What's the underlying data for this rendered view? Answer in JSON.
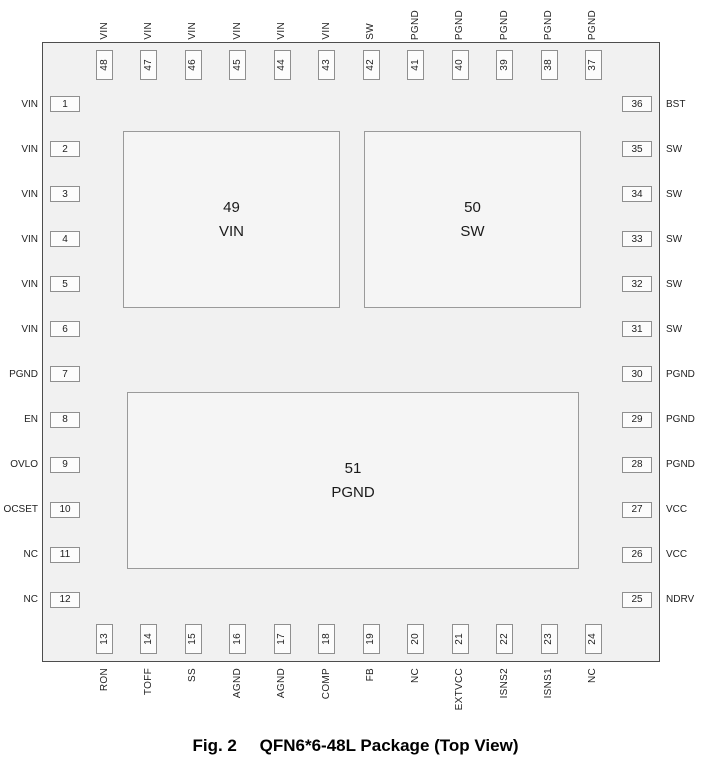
{
  "figure": {
    "caption_label": "Fig. 2",
    "caption_title": "QFN6*6-48L Package (Top View)"
  },
  "package": {
    "pads": [
      {
        "num": "49",
        "name": "VIN"
      },
      {
        "num": "50",
        "name": "SW"
      },
      {
        "num": "51",
        "name": "PGND"
      }
    ],
    "pins": {
      "top": [
        {
          "num": "48",
          "label": "VIN"
        },
        {
          "num": "47",
          "label": "VIN"
        },
        {
          "num": "46",
          "label": "VIN"
        },
        {
          "num": "45",
          "label": "VIN"
        },
        {
          "num": "44",
          "label": "VIN"
        },
        {
          "num": "43",
          "label": "VIN"
        },
        {
          "num": "42",
          "label": "SW"
        },
        {
          "num": "41",
          "label": "PGND"
        },
        {
          "num": "40",
          "label": "PGND"
        },
        {
          "num": "39",
          "label": "PGND"
        },
        {
          "num": "38",
          "label": "PGND"
        },
        {
          "num": "37",
          "label": "PGND"
        }
      ],
      "left": [
        {
          "num": "1",
          "label": "VIN"
        },
        {
          "num": "2",
          "label": "VIN"
        },
        {
          "num": "3",
          "label": "VIN"
        },
        {
          "num": "4",
          "label": "VIN"
        },
        {
          "num": "5",
          "label": "VIN"
        },
        {
          "num": "6",
          "label": "VIN"
        },
        {
          "num": "7",
          "label": "PGND"
        },
        {
          "num": "8",
          "label": "EN"
        },
        {
          "num": "9",
          "label": "OVLO"
        },
        {
          "num": "10",
          "label": "OCSET"
        },
        {
          "num": "11",
          "label": "NC"
        },
        {
          "num": "12",
          "label": "NC"
        }
      ],
      "right": [
        {
          "num": "36",
          "label": "BST"
        },
        {
          "num": "35",
          "label": "SW"
        },
        {
          "num": "34",
          "label": "SW"
        },
        {
          "num": "33",
          "label": "SW"
        },
        {
          "num": "32",
          "label": "SW"
        },
        {
          "num": "31",
          "label": "SW"
        },
        {
          "num": "30",
          "label": "PGND"
        },
        {
          "num": "29",
          "label": "PGND"
        },
        {
          "num": "28",
          "label": "PGND"
        },
        {
          "num": "27",
          "label": "VCC"
        },
        {
          "num": "26",
          "label": "VCC"
        },
        {
          "num": "25",
          "label": "NDRV"
        }
      ],
      "bottom": [
        {
          "num": "13",
          "label": "RON"
        },
        {
          "num": "14",
          "label": "TOFF"
        },
        {
          "num": "15",
          "label": "SS"
        },
        {
          "num": "16",
          "label": "AGND"
        },
        {
          "num": "17",
          "label": "AGND"
        },
        {
          "num": "18",
          "label": "COMP"
        },
        {
          "num": "19",
          "label": "FB"
        },
        {
          "num": "20",
          "label": "NC"
        },
        {
          "num": "21",
          "label": "EXTVCC"
        },
        {
          "num": "22",
          "label": "ISNS2"
        },
        {
          "num": "23",
          "label": "ISNS1"
        },
        {
          "num": "24",
          "label": "NC"
        }
      ]
    }
  }
}
